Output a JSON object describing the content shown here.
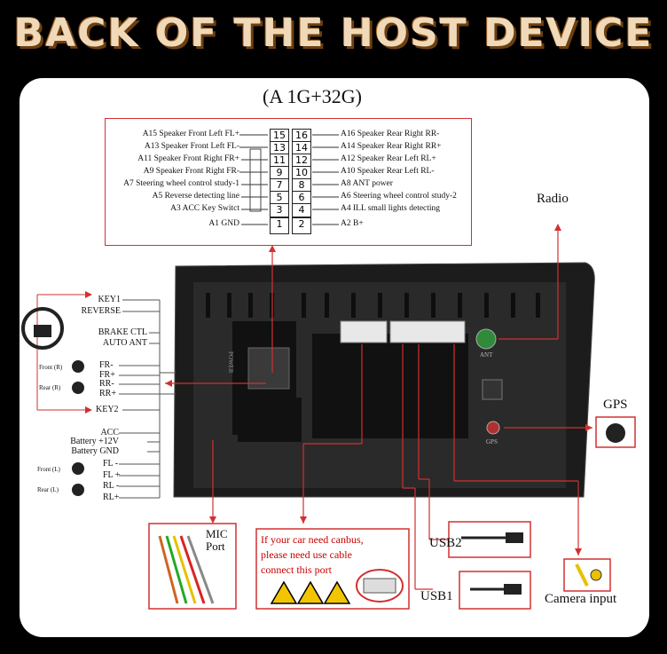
{
  "title": "BACK OF THE HOST DEVICE",
  "model": "(A 1G+32G)",
  "pins_left": [
    "A15 Speaker Front Left FL+",
    "A13 Speaker Front Left FL-",
    "A11 Speaker Front Right FR+",
    "A9 Speaker Front Right FR-",
    "A7 Steering wheel control study-1",
    "A5 Reverse detecting line",
    "A3 ACC Key Switct",
    "A1 GND"
  ],
  "pins_right": [
    "A16 Speaker Rear Right RR-",
    "A14 Speaker Rear Right RR+",
    "A12 Speaker Rear Left RL+",
    "A10 Speaker Rear Left RL-",
    "A8 ANT power",
    "A6 Steering wheel control study-2",
    "A4 ILL small lights detecting",
    "A2 B+"
  ],
  "pin_numbers_left": [
    "15",
    "13",
    "11",
    "9",
    "7",
    "5",
    "3",
    "1"
  ],
  "pin_numbers_right": [
    "16",
    "14",
    "12",
    "10",
    "8",
    "6",
    "4",
    "2"
  ],
  "wire_labels_top": [
    "KEY1",
    "REVERSE",
    "BRAKE CTL",
    "AUTO ANT"
  ],
  "speaker_front_r": "Front (R)",
  "speaker_rear_r": "Rear (R)",
  "speaker_labels_r": [
    "FR-",
    "FR+",
    "RR-",
    "RR+"
  ],
  "key2": "KEY2",
  "power_labels": [
    "ACC",
    "Battery +12V",
    "Battery GND"
  ],
  "speaker_front_l": "Front (L)",
  "speaker_rear_l": "Rear (L)",
  "speaker_labels_l": [
    "FL -",
    "FL +",
    "RL -",
    "RL+"
  ],
  "radio": "Radio",
  "gps": "GPS",
  "ant_label": "ANT",
  "gps_port_label": "GPS",
  "power_port_label": "POWER",
  "mic": "MIC",
  "port": "Port",
  "canbus_note": [
    "If your car need canbus,",
    "please need use cable",
    "connect this port"
  ],
  "usb1": "USB1",
  "usb2": "USB2",
  "camera": "Camera input",
  "colors": {
    "red": "#d23030",
    "title": "#f0d9b8",
    "panel": "#ffffff",
    "device": "#1c1c1c"
  }
}
